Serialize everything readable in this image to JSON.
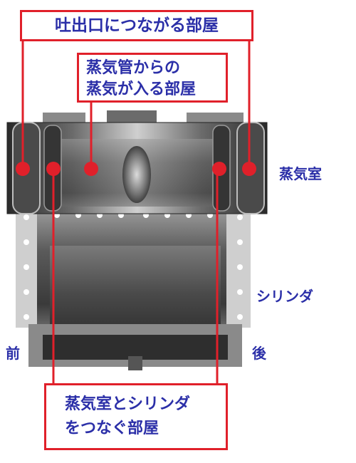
{
  "labels": {
    "outlet_room": "吐出口につながる部屋",
    "steam_pipe_room_line1": "蒸気管からの",
    "steam_pipe_room_line2": "蒸気が入る部屋",
    "steam_chest": "蒸気室",
    "cylinder": "シリンダ",
    "front": "前",
    "rear": "後",
    "connecting_room_line1": "蒸気室とシリンダ",
    "connecting_room_line2": "をつなぐ部屋"
  },
  "colors": {
    "accent_red": "#e0202a",
    "label_blue": "#2b2fa8",
    "metal_dark": "#3b3b3b",
    "metal_light": "#bfbfbf",
    "bolt_white": "#ffffff"
  }
}
